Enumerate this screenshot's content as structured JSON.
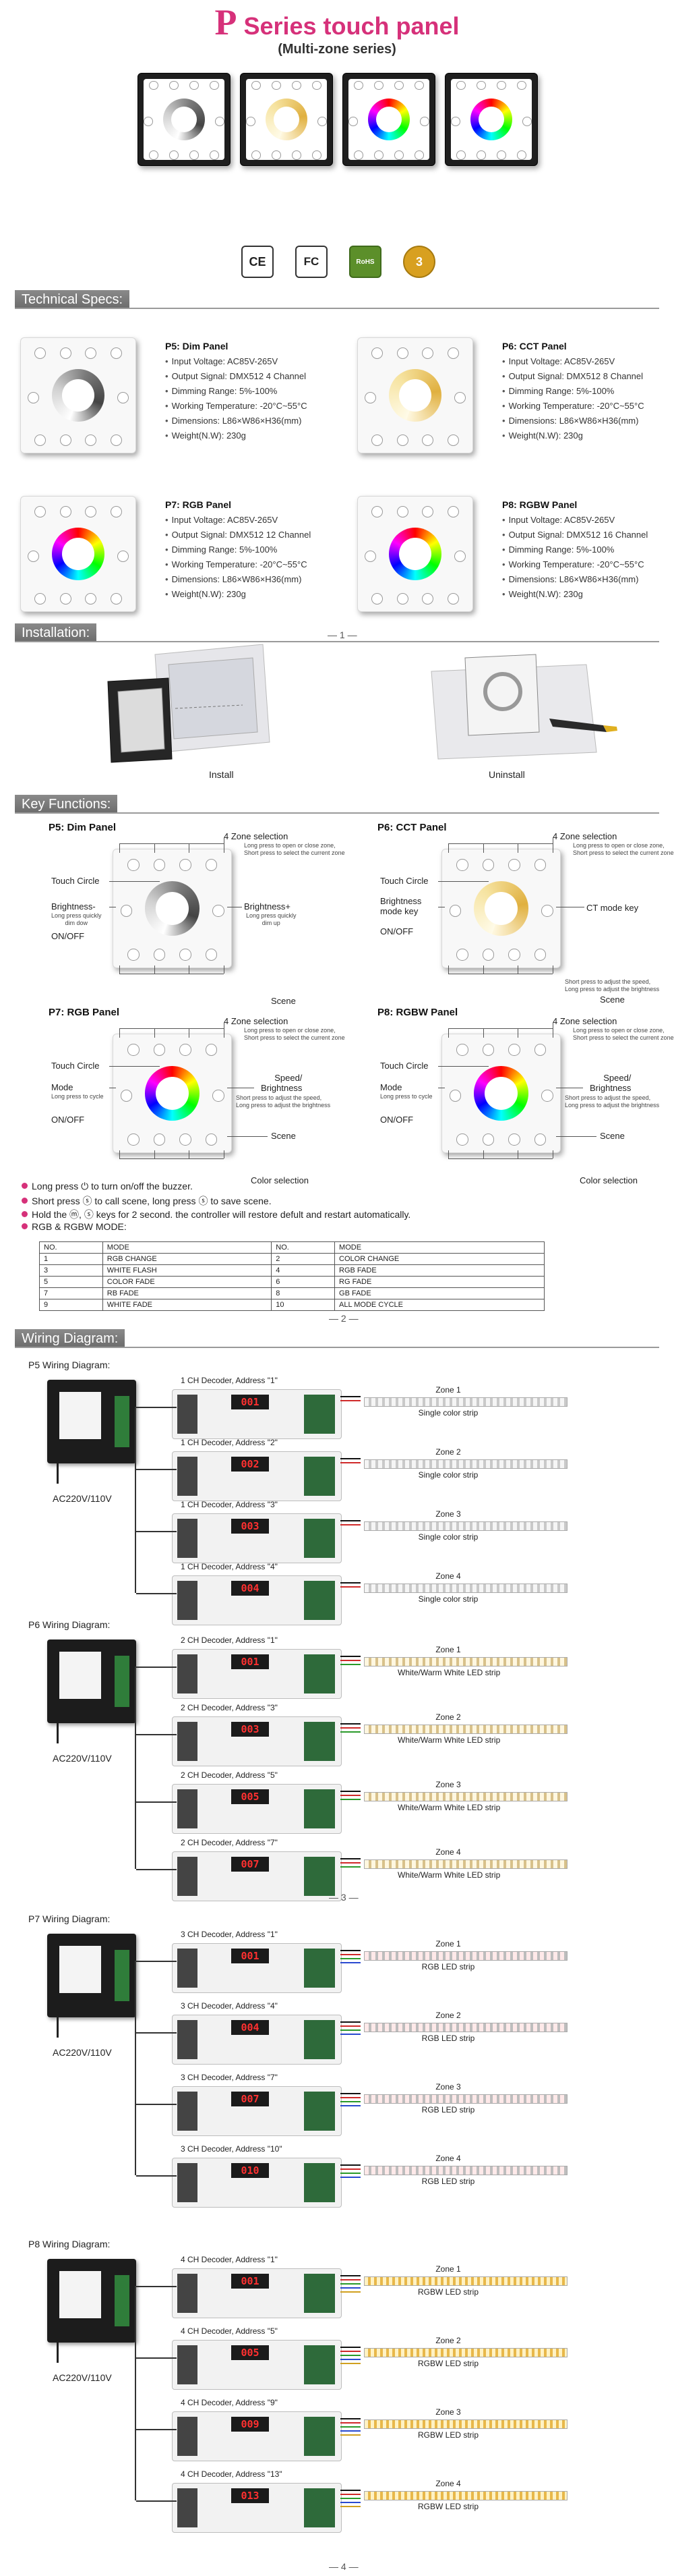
{
  "header": {
    "title_letter": "P",
    "title_rest": " Series touch panel",
    "subtitle": "(Multi-zone series)"
  },
  "colors": {
    "brand": "#d6317a",
    "section_bar": "#7a7a7a"
  },
  "certifications": [
    {
      "name": "ce-icon",
      "text": "CE"
    },
    {
      "name": "fcc-icon",
      "text": "FC"
    },
    {
      "name": "rohs-icon",
      "text": "RoHS"
    },
    {
      "name": "warranty-icon",
      "text": "3"
    }
  ],
  "sections": {
    "tech_specs": "Technical Specs:",
    "installation": "Installation:",
    "key_functions": "Key Functions:",
    "wiring": "Wiring Diagram:"
  },
  "specs": [
    {
      "title": "P5: Dim Panel",
      "lines": [
        "Input Voltage: AC85V-265V",
        "Output Signal: DMX512 4 Channel",
        "Dimming Range: 5%-100%",
        "Working Temperature: -20°C~55°C",
        "Dimensions: L86×W86×H36(mm)",
        "Weight(N.W): 230g"
      ]
    },
    {
      "title": "P6: CCT Panel",
      "lines": [
        "Input Voltage: AC85V-265V",
        "Output Signal: DMX512 8 Channel",
        "Dimming Range: 5%-100%",
        "Working Temperature: -20°C~55°C",
        "Dimensions: L86×W86×H36(mm)",
        "Weight(N.W): 230g"
      ]
    },
    {
      "title": "P7: RGB Panel",
      "lines": [
        "Input Voltage: AC85V-265V",
        "Output Signal: DMX512 12 Channel",
        "Dimming Range: 5%-100%",
        "Working Temperature: -20°C~55°C",
        "Dimensions: L86×W86×H36(mm)",
        "Weight(N.W): 230g"
      ]
    },
    {
      "title": "P8: RGBW Panel",
      "lines": [
        "Input Voltage: AC85V-265V",
        "Output Signal: DMX512 16 Channel",
        "Dimming Range: 5%-100%",
        "Working Temperature: -20°C~55°C",
        "Dimensions: L86×W86×H36(mm)",
        "Weight(N.W): 230g"
      ]
    }
  ],
  "installation": {
    "page_mark": "— 1 —",
    "install_label": "Install",
    "uninstall_label": "Uninstall"
  },
  "key_functions": {
    "p5": {
      "title": "P5: Dim Panel",
      "zone": "4 Zone selection",
      "zone_note": "Long press to open or close zone,\nShort press to select the current zone",
      "touch_circle": "Touch Circle",
      "bright_minus": "Brightness-",
      "bright_minus_note": "Long press quickly\ndim dow",
      "bright_plus": "Brightness+",
      "bright_plus_note": "Long press quickly\ndim up",
      "onoff": "ON/OFF",
      "scene": "Scene"
    },
    "p6": {
      "title": "P6: CCT Panel",
      "zone": "4 Zone selection",
      "zone_note": "Long press to open or close zone,\nShort press to select the current zone",
      "touch_circle": "Touch Circle",
      "bright_mode": "Brightness\nmode key",
      "onoff": "ON/OFF",
      "ct_mode": "CT mode key",
      "scene": "Scene",
      "scene_note": "Short press to adjust the speed,\nLong press to adjust the brightness"
    },
    "p7": {
      "title": "P7: RGB Panel",
      "zone": "4 Zone selection",
      "zone_note": "Long press to open or close zone,\nShort press to select the current zone",
      "touch_circle": "Touch Circle",
      "mode": "Mode",
      "mode_note": "Long press to cycle",
      "onoff": "ON/OFF",
      "speed": "Speed/\nBrightness",
      "speed_note": "Short press to adjust the speed,\nLong press to adjust the brightness",
      "scene": "Scene",
      "color_sel": "Color selection"
    },
    "p8": {
      "title": "P8: RGBW Panel",
      "zone": "4 Zone selection",
      "zone_note": "Long press to open or close zone,\nShort press to select the current zone",
      "touch_circle": "Touch Circle",
      "mode": "Mode",
      "mode_note": "Long press to cycle",
      "onoff": "ON/OFF",
      "speed": "Speed/\nBrightness",
      "speed_note": "Short press to adjust the speed,\nLong press to adjust the brightness",
      "scene": "Scene",
      "color_sel": "Color selection"
    }
  },
  "instructions": [
    "Long press ⏻ to turn on/off the buzzer.",
    "Short press ⓢ to call scene, long press ⓢ to save scene.",
    "Hold the ⓜ, ⓢ keys for 2 second.  the controller will restore defult and restart automatically.",
    "RGB & RGBW MODE:"
  ],
  "modes_table": {
    "headers": [
      "NO.",
      "MODE",
      "NO.",
      "MODE"
    ],
    "rows": [
      [
        "1",
        "RGB CHANGE",
        "2",
        "COLOR CHANGE"
      ],
      [
        "3",
        "WHITE FLASH",
        "4",
        "RGB FADE"
      ],
      [
        "5",
        "COLOR FADE",
        "6",
        "RG FADE"
      ],
      [
        "7",
        "RB FADE",
        "8",
        "GB FADE"
      ],
      [
        "9",
        "WHITE FADE",
        "10",
        "ALL MODE CYCLE"
      ]
    ]
  },
  "page_mark_2": "— 2 —",
  "page_mark_3": "— 3 —",
  "page_mark_4": "— 4 —",
  "wiring": {
    "ac_label": "AC220V/110V",
    "p5": {
      "title": "P5 Wiring Diagram:",
      "decoders": [
        "1 CH Decoder, Address \"1\"",
        "1 CH Decoder, Address \"2\"",
        "1 CH Decoder, Address \"3\"",
        "1 CH Decoder, Address \"4\""
      ],
      "displays": [
        "001",
        "002",
        "003",
        "004"
      ],
      "zones": [
        "Zone 1",
        "Zone 2",
        "Zone 3",
        "Zone 4"
      ],
      "strip": "Single color strip"
    },
    "p6": {
      "title": "P6 Wiring Diagram:",
      "decoders": [
        "2 CH Decoder, Address \"1\"",
        "2 CH Decoder, Address \"3\"",
        "2 CH Decoder, Address \"5\"",
        "2 CH Decoder, Address \"7\""
      ],
      "displays": [
        "001",
        "003",
        "005",
        "007"
      ],
      "zones": [
        "Zone 1",
        "Zone 2",
        "Zone 3",
        "Zone 4"
      ],
      "strip": "White/Warm White LED strip"
    },
    "p7": {
      "title": "P7 Wiring Diagram:",
      "decoders": [
        "3 CH Decoder, Address \"1\"",
        "3 CH Decoder, Address \"4\"",
        "3 CH Decoder, Address \"7\"",
        "3 CH Decoder, Address \"10\""
      ],
      "displays": [
        "001",
        "004",
        "007",
        "010"
      ],
      "zones": [
        "Zone 1",
        "Zone 2",
        "Zone 3",
        "Zone 4"
      ],
      "strip": "RGB LED strip"
    },
    "p8": {
      "title": "P8 Wiring Diagram:",
      "decoders": [
        "4 CH Decoder, Address \"1\"",
        "4 CH Decoder, Address \"5\"",
        "4 CH Decoder, Address \"9\"",
        "4 CH Decoder, Address \"13\""
      ],
      "displays": [
        "001",
        "005",
        "009",
        "013"
      ],
      "zones": [
        "Zone 1",
        "Zone 2",
        "Zone 3",
        "Zone 4"
      ],
      "strip": "RGBW LED strip"
    }
  }
}
